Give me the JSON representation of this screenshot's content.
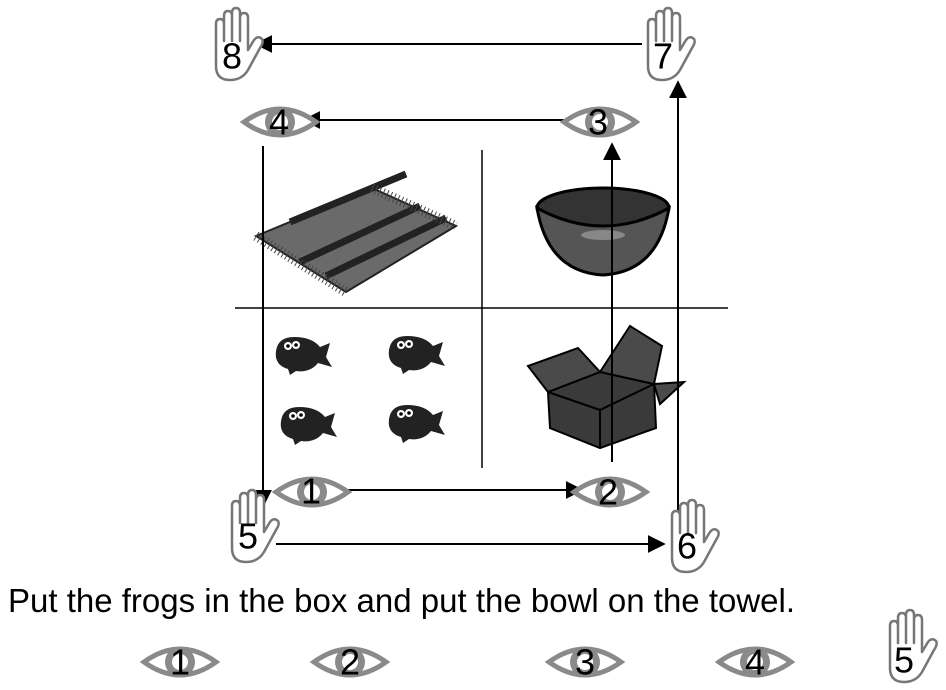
{
  "diagram": {
    "top_eyes": [
      {
        "label": "1"
      },
      {
        "label": "2"
      },
      {
        "label": "3"
      },
      {
        "label": "4"
      }
    ],
    "top_hands": [
      {
        "label": "5"
      },
      {
        "label": "6"
      },
      {
        "label": "7"
      },
      {
        "label": "8"
      }
    ],
    "quadrants": [
      "towel",
      "bowl",
      "frogs",
      "box"
    ],
    "frog_count": 4
  },
  "caption": "Put the frogs in the box and put the bowl on the towel.",
  "sequence": {
    "eyes": [
      {
        "label": "1"
      },
      {
        "label": "2"
      },
      {
        "label": "3"
      },
      {
        "label": "4"
      }
    ],
    "hand": {
      "label": "5"
    }
  },
  "colors": {
    "eye": "#8a8a8a",
    "ink": "#000000",
    "object": "#555555"
  },
  "icons": [
    "eye-icon",
    "hand-icon",
    "towel-icon",
    "bowl-icon",
    "frog-icon",
    "box-icon"
  ]
}
